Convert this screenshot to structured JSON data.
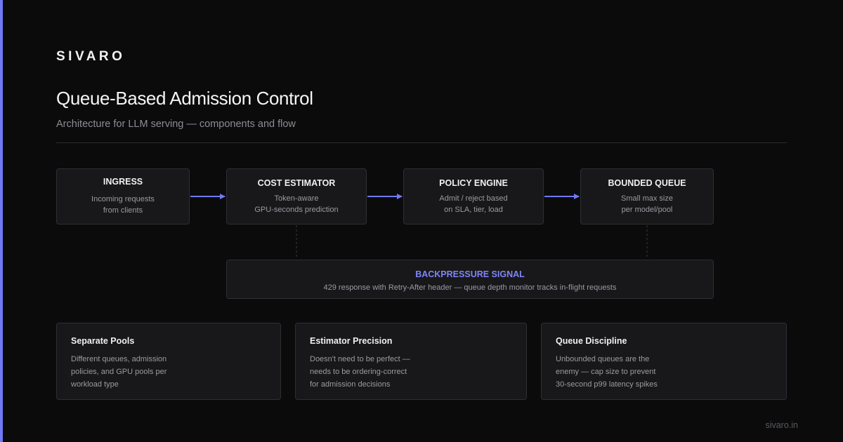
{
  "brand": "SIVARO",
  "title": "Queue-Based Admission Control",
  "subtitle": "Architecture for LLM serving — components and flow",
  "nodes": [
    {
      "title": "INGRESS",
      "desc": "Incoming requests\nfrom clients"
    },
    {
      "title": "COST ESTIMATOR",
      "desc": "Token-aware\nGPU-seconds prediction"
    },
    {
      "title": "POLICY ENGINE",
      "desc": "Admit / reject based\non SLA, tier, load"
    },
    {
      "title": "BOUNDED QUEUE",
      "desc": "Small max size\nper model/pool"
    }
  ],
  "backpressure": {
    "title": "BACKPRESSURE SIGNAL",
    "desc": "429 response with Retry-After header — queue depth monitor tracks in-flight requests"
  },
  "cards": [
    {
      "title": "Separate Pools",
      "desc": "Different queues, admission\npolicies, and GPU pools per\nworkload type"
    },
    {
      "title": "Estimator Precision",
      "desc": "Doesn't need to be perfect —\nneeds to be ordering-correct\nfor admission decisions"
    },
    {
      "title": "Queue Discipline",
      "desc": "Unbounded queues are the\nenemy — cap size to prevent\n30-second p99 latency spikes"
    }
  ],
  "footer": "sivaro.in",
  "colors": {
    "accent": "#7079f5",
    "background": "#0b0b0c",
    "box": "#18181b",
    "border": "#2f2f34"
  }
}
